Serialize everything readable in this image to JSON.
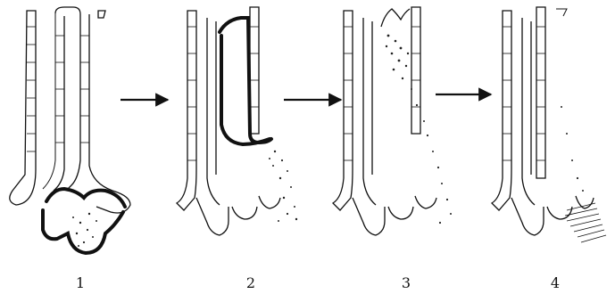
{
  "figure": {
    "stage_labels": [
      "1",
      "2",
      "3",
      "4"
    ],
    "arrow_glyph": "right-arrow-icon",
    "ink_color": "#111111",
    "background_color": "#ffffff"
  }
}
